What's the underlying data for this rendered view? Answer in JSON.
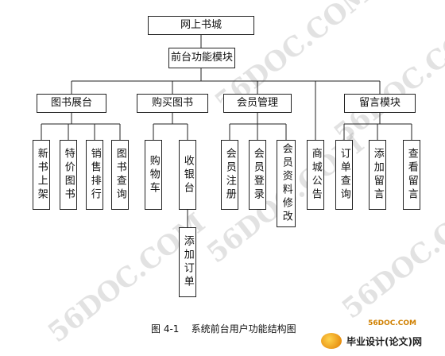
{
  "diagram": {
    "root": "网上书城",
    "module": "前台功能模块",
    "groups": [
      {
        "label": "图书展台",
        "children": [
          "新书上架",
          "特价图书",
          "销售排行",
          "图书查询"
        ]
      },
      {
        "label": "购买图书",
        "children": [
          "购物车",
          "收银台"
        ]
      },
      {
        "label": "会员管理",
        "children": [
          "会员注册",
          "会员登录",
          "会员资料修改"
        ]
      },
      {
        "label": "商城公告",
        "children": []
      },
      {
        "label": "留言模块",
        "children": [
          "订单查询",
          "添加留言",
          "查看留言"
        ]
      }
    ],
    "cashier_sub": "添加订单"
  },
  "caption": "图 4-1    系统前台用户功能结构图",
  "watermark": "56DOC.COM",
  "badge": {
    "text": "毕业设计(论文)网",
    "small": "56DOC.COM"
  }
}
